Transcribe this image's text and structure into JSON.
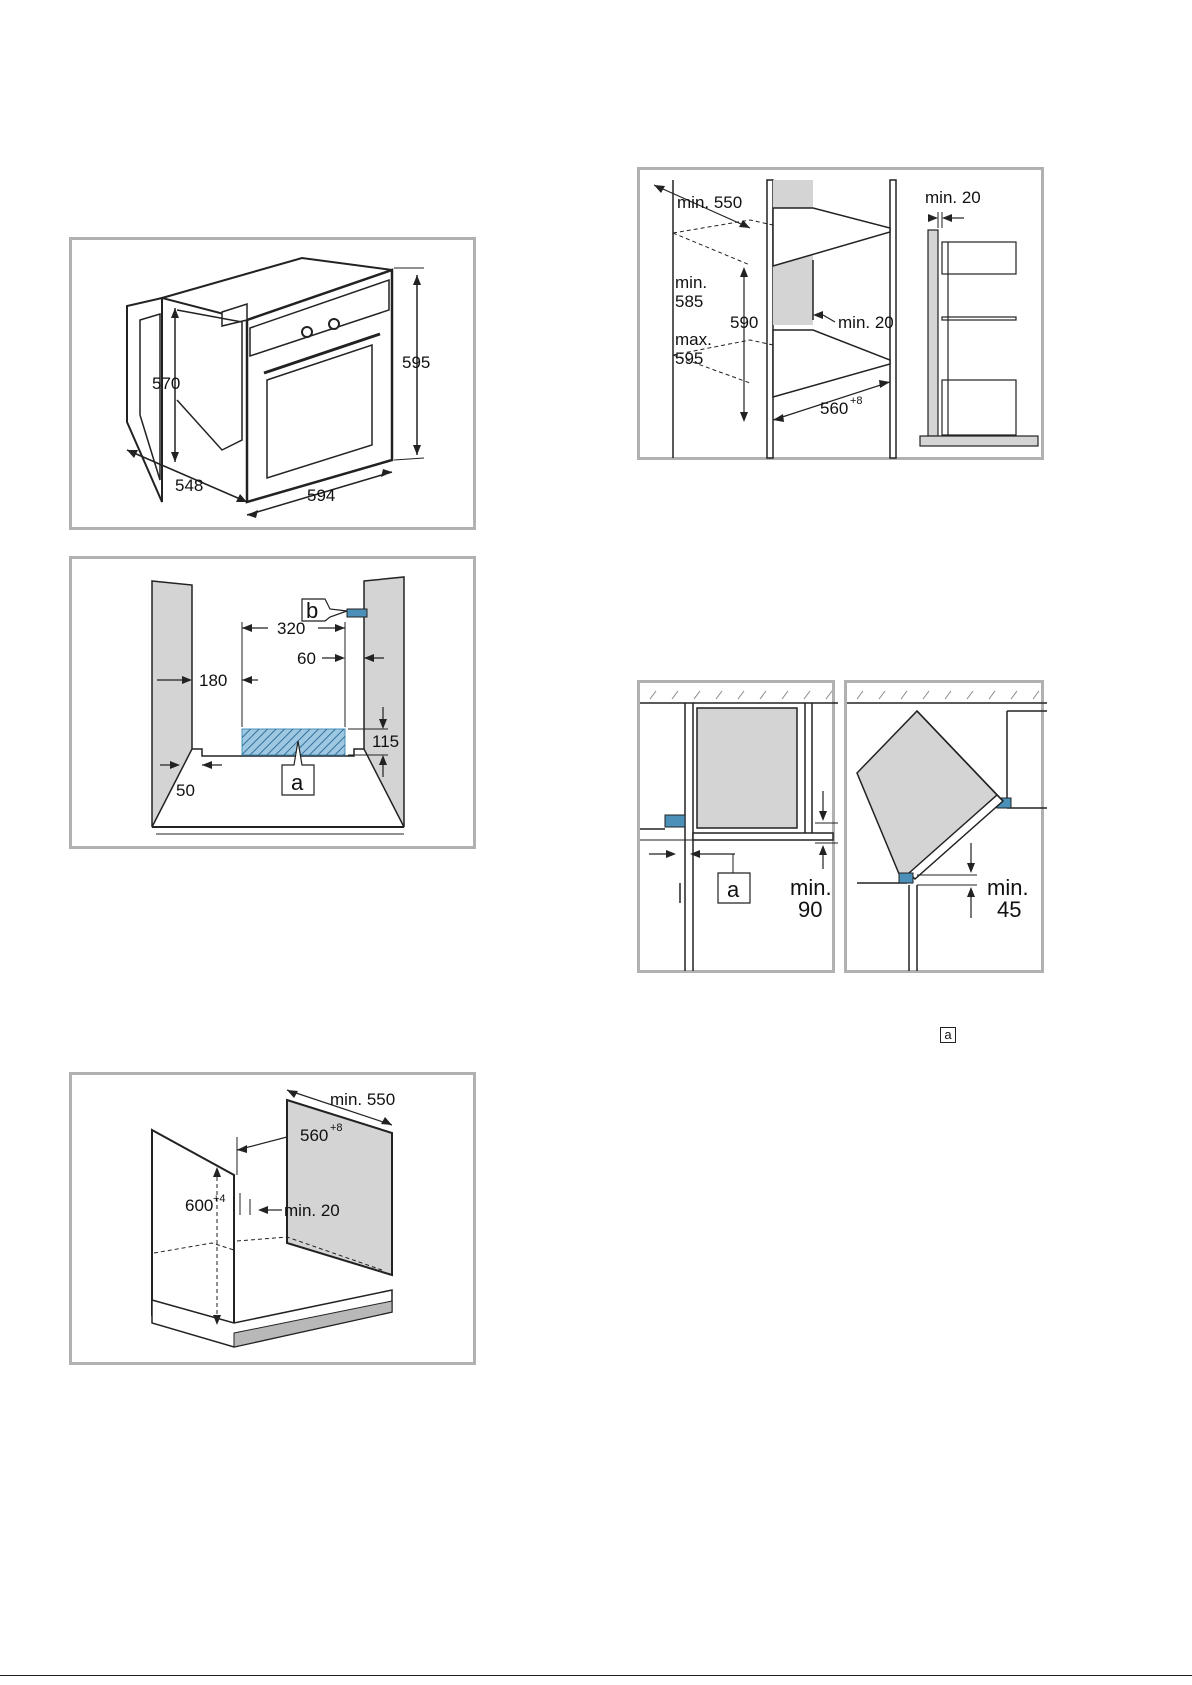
{
  "figure_oven": {
    "height_label": "595",
    "inner_height_label": "570",
    "depth_label": "548",
    "width_label": "594"
  },
  "figure_base": {
    "callout_b": "b",
    "callout_a": "a",
    "dim_320": "320",
    "dim_60": "60",
    "dim_180": "180",
    "dim_115": "115",
    "dim_50": "50"
  },
  "figure_underbench": {
    "depth_label": "min. 550",
    "width_label": "560",
    "width_tolerance": "+8",
    "height_label": "600",
    "height_tolerance": "+4",
    "gap_label": "min. 20"
  },
  "figure_tall": {
    "depth_label": "min. 550",
    "side_gap_label": "min. 20",
    "rear_gap_label": "min. 20",
    "min_label": "min.",
    "min_value": "585",
    "height_label": "590",
    "max_label": "max.",
    "max_value": "595",
    "width_label": "560",
    "width_tolerance": "+8"
  },
  "figure_corner_left": {
    "callout_a": "a",
    "min_label": "min.",
    "min_value": "90"
  },
  "figure_corner_right": {
    "min_label": "min.",
    "min_value": "45"
  },
  "legend": {
    "callout_a": "a"
  },
  "colors": {
    "panel_border": "#b1b1b1",
    "panel_fill_grey": "#d4d4d4",
    "accent_blue": "#4a90b8"
  }
}
